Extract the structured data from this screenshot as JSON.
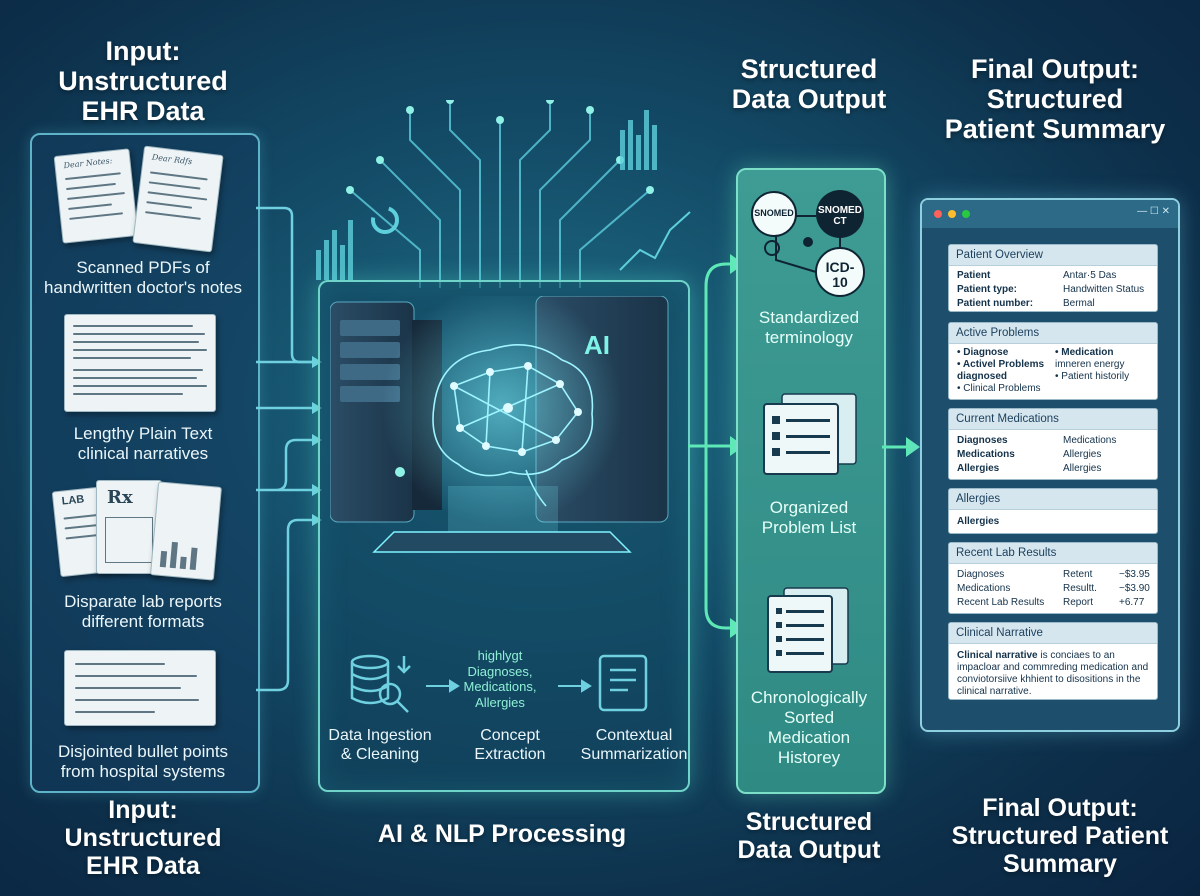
{
  "headings": {
    "input_top": "Input:\nUnstructured\nEHR Data",
    "structured_top": "Structured\nData Output",
    "final_top": "Final Output:\nStructured\nPatient Summary",
    "input_bottom": "Input:\nUnstructured\nEHR Data",
    "processing_bottom": "AI & NLP Processing",
    "structured_bottom": "Structured\nData Output",
    "final_bottom": "Final Output:\nStructured Patient\nSummary"
  },
  "inputs": [
    {
      "label": "Scanned PDFs of\nhandwritten doctor's notes",
      "doc_heading_1": "Dear Notes:",
      "doc_heading_2": "Dear Rdfs"
    },
    {
      "label": "Lengthy Plain Text\nclinical narratives"
    },
    {
      "label": "Disparate lab reports\ndifferent formats",
      "doc_tag_lab": "LAB",
      "doc_tag_rx": "Rx"
    },
    {
      "label": "Disjointed bullet points\nfrom hospital systems"
    }
  ],
  "processing": {
    "ai_badge": "AI",
    "stages": [
      {
        "label": "Data Ingestion\n& Cleaning"
      },
      {
        "label": "Concept\nExtraction"
      },
      {
        "label": "Contextual\nSummarization"
      }
    ],
    "extraction_text": "highlygt\nDiagnoses,\nMedications,\nAllergies"
  },
  "structured_outputs": [
    {
      "label": "Standardized\nterminology",
      "nodes": [
        "SNOMED",
        "SNOMED\nCT",
        "ICD-\n10"
      ]
    },
    {
      "label": "Organized\nProblem List"
    },
    {
      "label": "Chronologically\nSorted\nMedication\nHistorey"
    }
  ],
  "summary": {
    "window_controls": "— ☐ ✕",
    "patient_overview": {
      "title": "Patient Overview",
      "rows": [
        {
          "k": "Patient",
          "v": "Antar·5 Das"
        },
        {
          "k": "Patient type:",
          "v": "Handwitten Status"
        },
        {
          "k": "Patient number:",
          "v": "Bermal"
        }
      ]
    },
    "active_problems": {
      "title": "Active Problems",
      "left": [
        "• Diagnose",
        "• Activel Problems",
        "   diagnosed",
        "• Clinical Problems"
      ],
      "right": [
        "• Medication",
        "  imneren energy",
        "• Patient historily"
      ]
    },
    "current_medications": {
      "title": "Current Medications",
      "rows": [
        {
          "k": "Diagnoses",
          "v": "Medications"
        },
        {
          "k": "Medications",
          "v": "Allergies"
        },
        {
          "k": "Allergies",
          "v": "Allergies"
        }
      ]
    },
    "allergies": {
      "title": "Allergies",
      "rows": [
        {
          "k": "Allergies",
          "v": ""
        }
      ]
    },
    "recent_labs": {
      "title": "Recent Lab Results",
      "rows": [
        {
          "k": "Diagnoses",
          "v": "Retent",
          "n": "−$3.95"
        },
        {
          "k": "Medications",
          "v": "Resultt.",
          "n": "−$3.90"
        },
        {
          "k": "Recent Lab Results",
          "v": "Report",
          "n": "+6.77"
        }
      ]
    },
    "clinical_narrative": {
      "title": "Clinical Narrative",
      "lead": "Clinical narrative",
      "text": " is conciaes to an impacloar and commreding medication and conviotorsiive khhient to disositions in the clinical narrative."
    }
  },
  "colors": {
    "accent": "#6fd3c9",
    "panel_border": "#5fb3c8",
    "mid_column": "#3e9c94",
    "bg_dark": "#0d2f4a"
  }
}
